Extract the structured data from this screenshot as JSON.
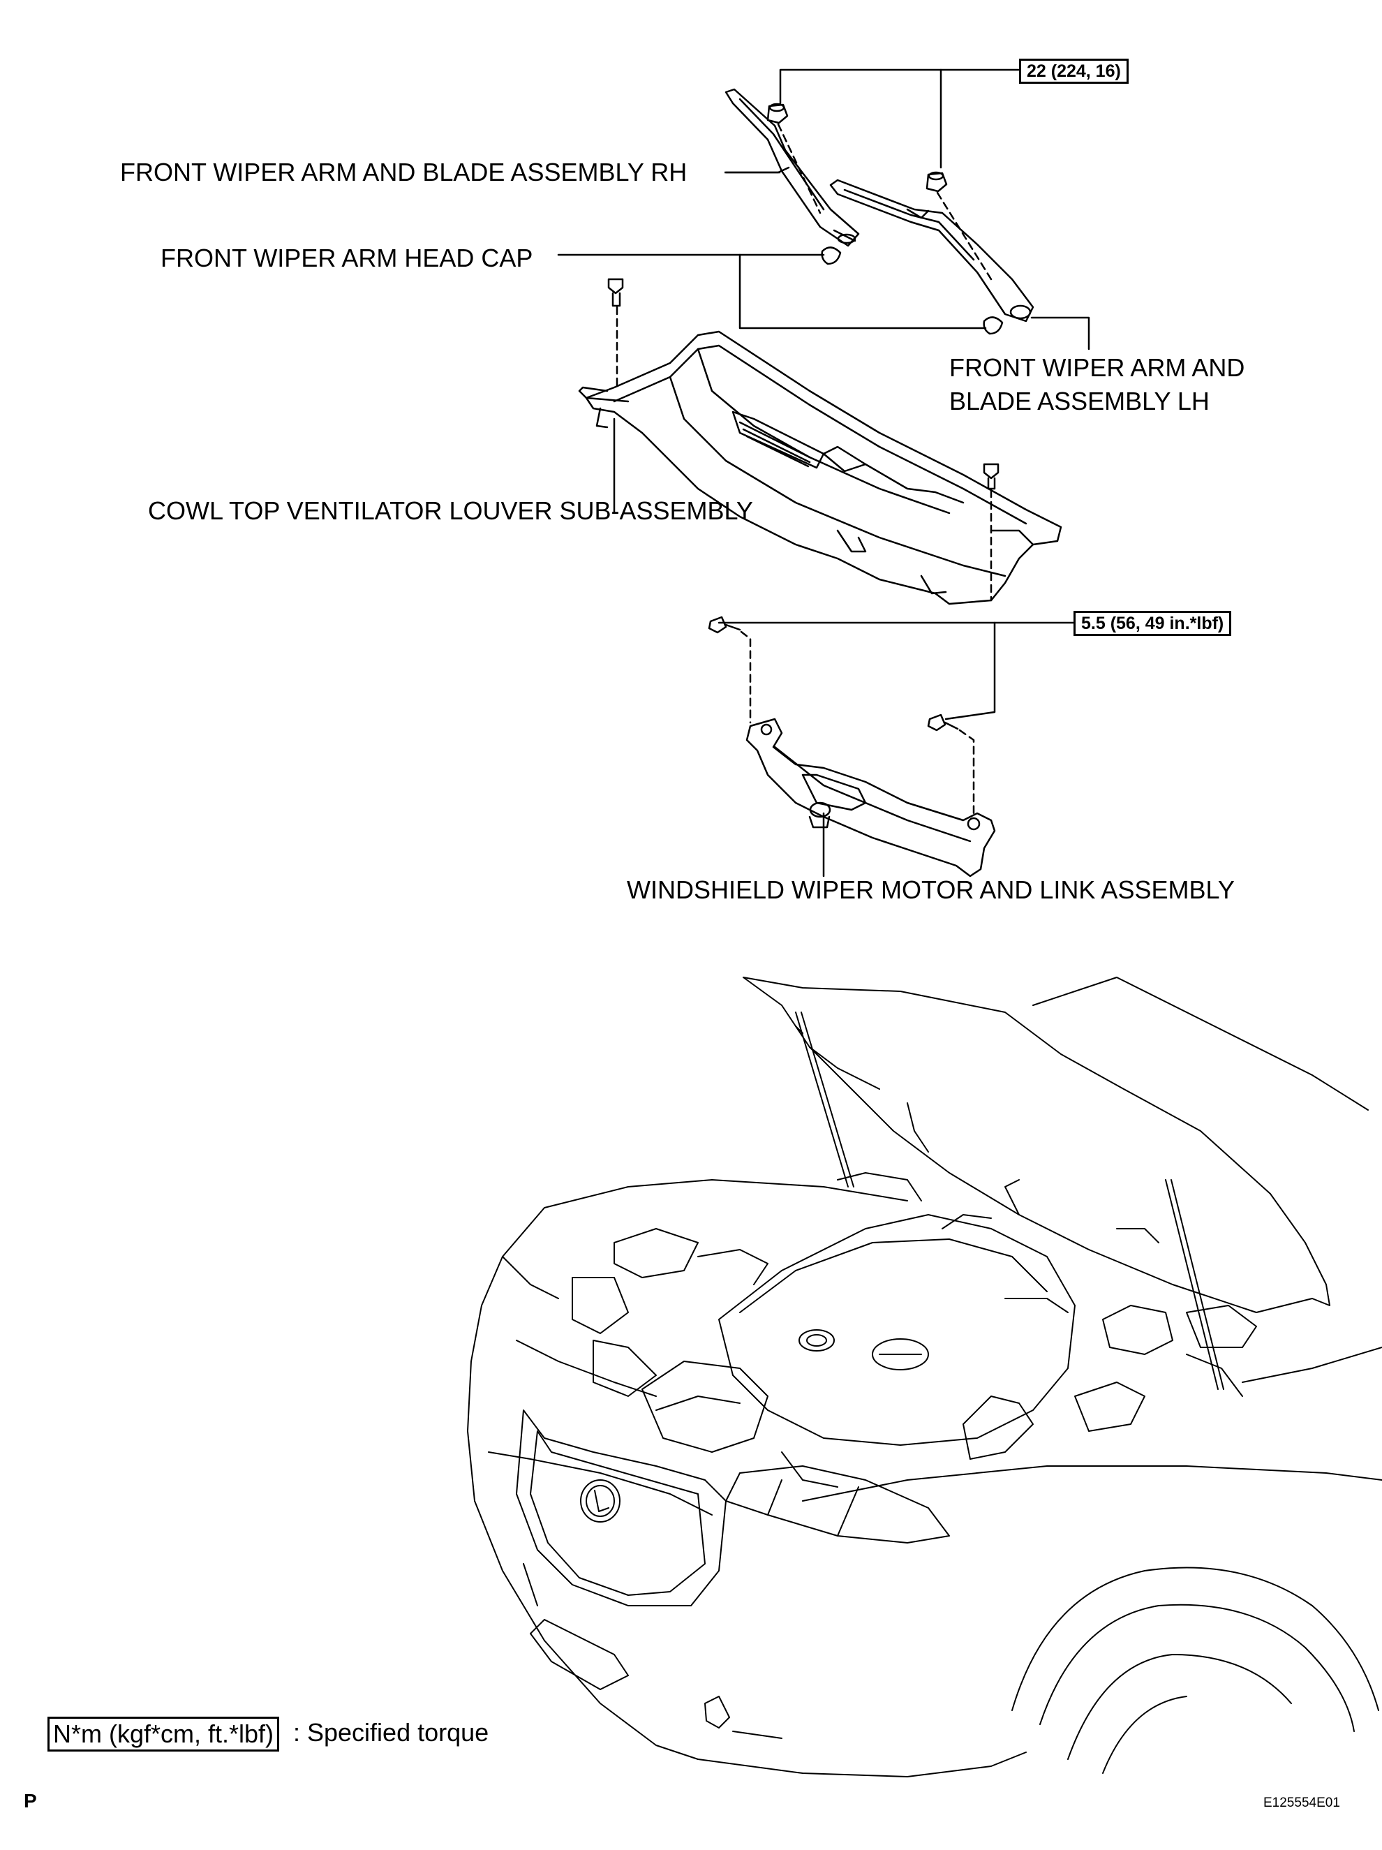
{
  "labels": {
    "wiper_arm_rh": "FRONT WIPER ARM AND BLADE ASSEMBLY RH",
    "head_cap": "FRONT WIPER ARM HEAD CAP",
    "wiper_arm_lh_line1": "FRONT WIPER ARM AND",
    "wiper_arm_lh_line2": "BLADE ASSEMBLY LH",
    "cowl_louver": "COWL TOP VENTILATOR LOUVER SUB-ASSEMBLY",
    "wiper_motor": "WINDSHIELD WIPER MOTOR AND LINK ASSEMBLY"
  },
  "torques": {
    "arm_nut": "22 (224, 16)",
    "motor_bolt": "5.5 (56, 49 in.*lbf)"
  },
  "legend": {
    "box_text": "N*m (kgf*cm, ft.*lbf)",
    "description": ": Specified torque"
  },
  "footer": {
    "left_code": "P",
    "figure_id": "E125554E01"
  }
}
